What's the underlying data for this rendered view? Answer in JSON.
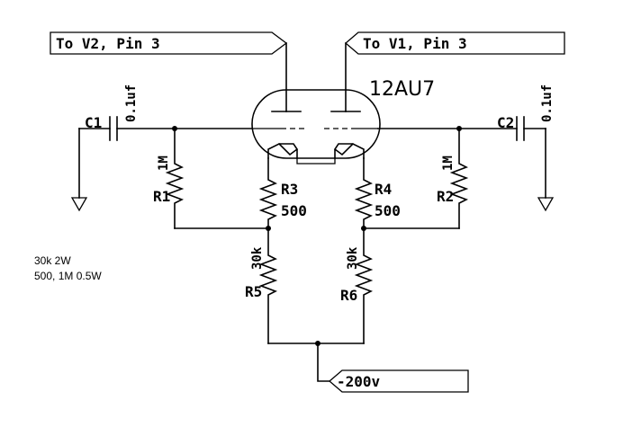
{
  "diagram": {
    "tube": {
      "part": "12AU7"
    },
    "connectors": {
      "left_top": "To V2, Pin 3",
      "right_top": "To V1, Pin 3",
      "supply": "-200v"
    },
    "components": {
      "c1": {
        "ref": "C1",
        "value": "0.1uf"
      },
      "c2": {
        "ref": "C2",
        "value": "0.1uf"
      },
      "r1": {
        "ref": "R1",
        "value": "1M"
      },
      "r2": {
        "ref": "R2",
        "value": "1M"
      },
      "r3": {
        "ref": "R3",
        "value": "500"
      },
      "r4": {
        "ref": "R4",
        "value": "500"
      },
      "r5": {
        "ref": "R5",
        "value": "30k"
      },
      "r6": {
        "ref": "R6",
        "value": "30k"
      }
    },
    "notes": [
      "30k 2W",
      "500, 1M 0.5W"
    ]
  }
}
